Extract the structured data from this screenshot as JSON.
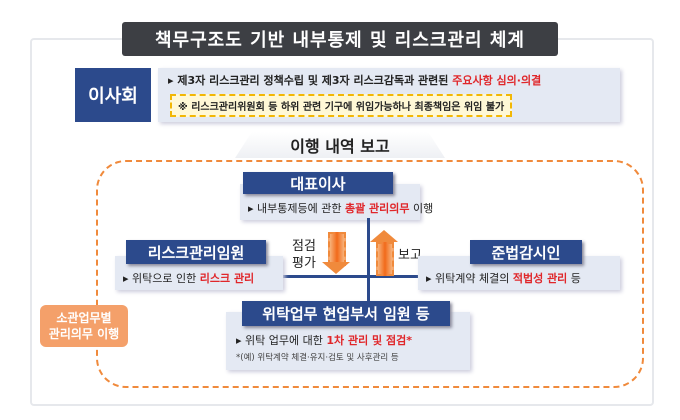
{
  "title": "책무구조도 기반 내부통제 및 리스크관리 체계",
  "board": {
    "label": "이사회",
    "line_prefix": "제3자 리스크관리 정책수립 및 제3자 리스크감독과 관련된 ",
    "line_highlight": "주요사항 심의·의결",
    "note": "※ 리스크관리위원회 등 하위 관련 기구에 위임가능하나 최종책임은 위임 불가"
  },
  "report_banner": "이행 내역 보고",
  "ceo": {
    "label": "대표이사",
    "prefix": "내부통제등에 관한 ",
    "highlight": "총괄 관리의무",
    "suffix": " 이행"
  },
  "risk": {
    "label": "리스크관리임원",
    "prefix": "위탁으로 인한 ",
    "highlight": "리스크 관리"
  },
  "compliance": {
    "label": "준법감시인",
    "prefix": "위탁계약 체결의 ",
    "highlight": "적법성 관리",
    "suffix": " 등"
  },
  "dept": {
    "label": "위탁업무 현업부서 임원 등",
    "prefix": "위탁 업무에 대한 ",
    "highlight": "1차 관리 및 점검*",
    "footnote": "*(예) 위탁계약 체결·유지·검토 및 사후관리 등"
  },
  "arrows": {
    "down_label_1": "점검",
    "down_label_2": "평가",
    "up_label": "보고"
  },
  "side": {
    "line1": "소관업무별",
    "line2": "관리의무 이행"
  },
  "colors": {
    "navy": "#2c4a8c",
    "orange": "#f08a3c",
    "red": "#e0262a"
  }
}
